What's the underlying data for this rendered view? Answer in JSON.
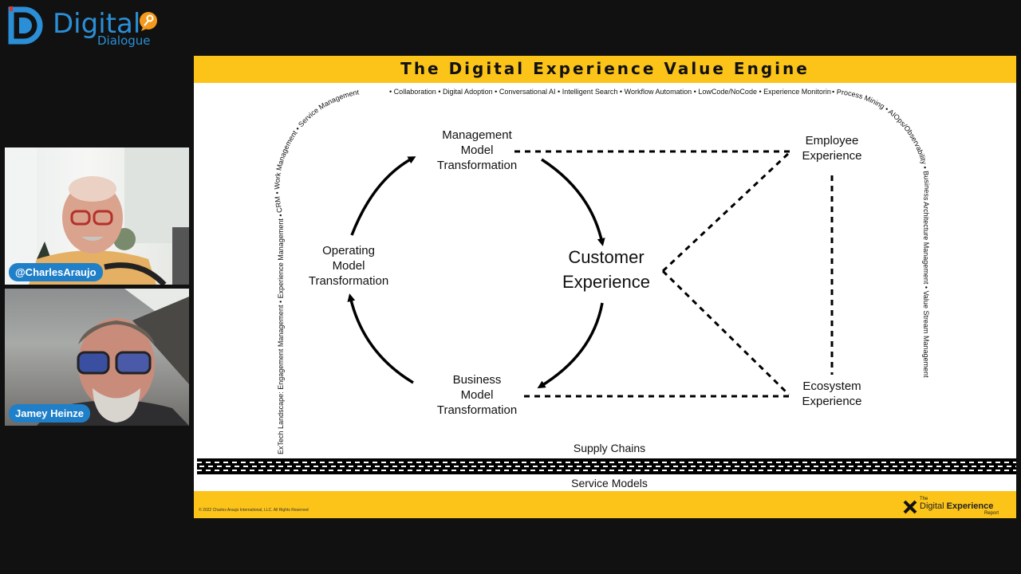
{
  "brand": {
    "name": "Digital",
    "sub": "Dialogue"
  },
  "participants": [
    {
      "name": "@CharlesAraujo"
    },
    {
      "name": "Jamey Heinze"
    }
  ],
  "slide": {
    "title": "The Digital Experience Value Engine",
    "arc_left": "ExTech Landscape: Engagement Management • Experience Management • CRM • Work Management • Service Management",
    "arc_top": "• Collaboration • Digital Adoption • Conversational AI • Intelligent Search • Workflow Automation • LowCode/NoCode • Experience Monitoring",
    "arc_right": "• Process Mining • AIOps/Observability • Business Architecture Management • Value Stream Management",
    "nodes": {
      "management": "Management\nModel\nTransformation",
      "operating": "Operating\nModel\nTransformation",
      "business": "Business\nModel\nTransformation",
      "customer": "Customer\nExperience",
      "employee": "Employee\nExperience",
      "ecosystem": "Ecosystem\nExperience"
    },
    "supply_chains": "Supply Chains",
    "service_models": "Service Models",
    "copyright": "© 2022 Charles Araujo International, LLC. All Rights Reserved",
    "report_brand": {
      "the": "The",
      "digital": "Digital",
      "experience": "Experience",
      "report": "Report"
    }
  }
}
